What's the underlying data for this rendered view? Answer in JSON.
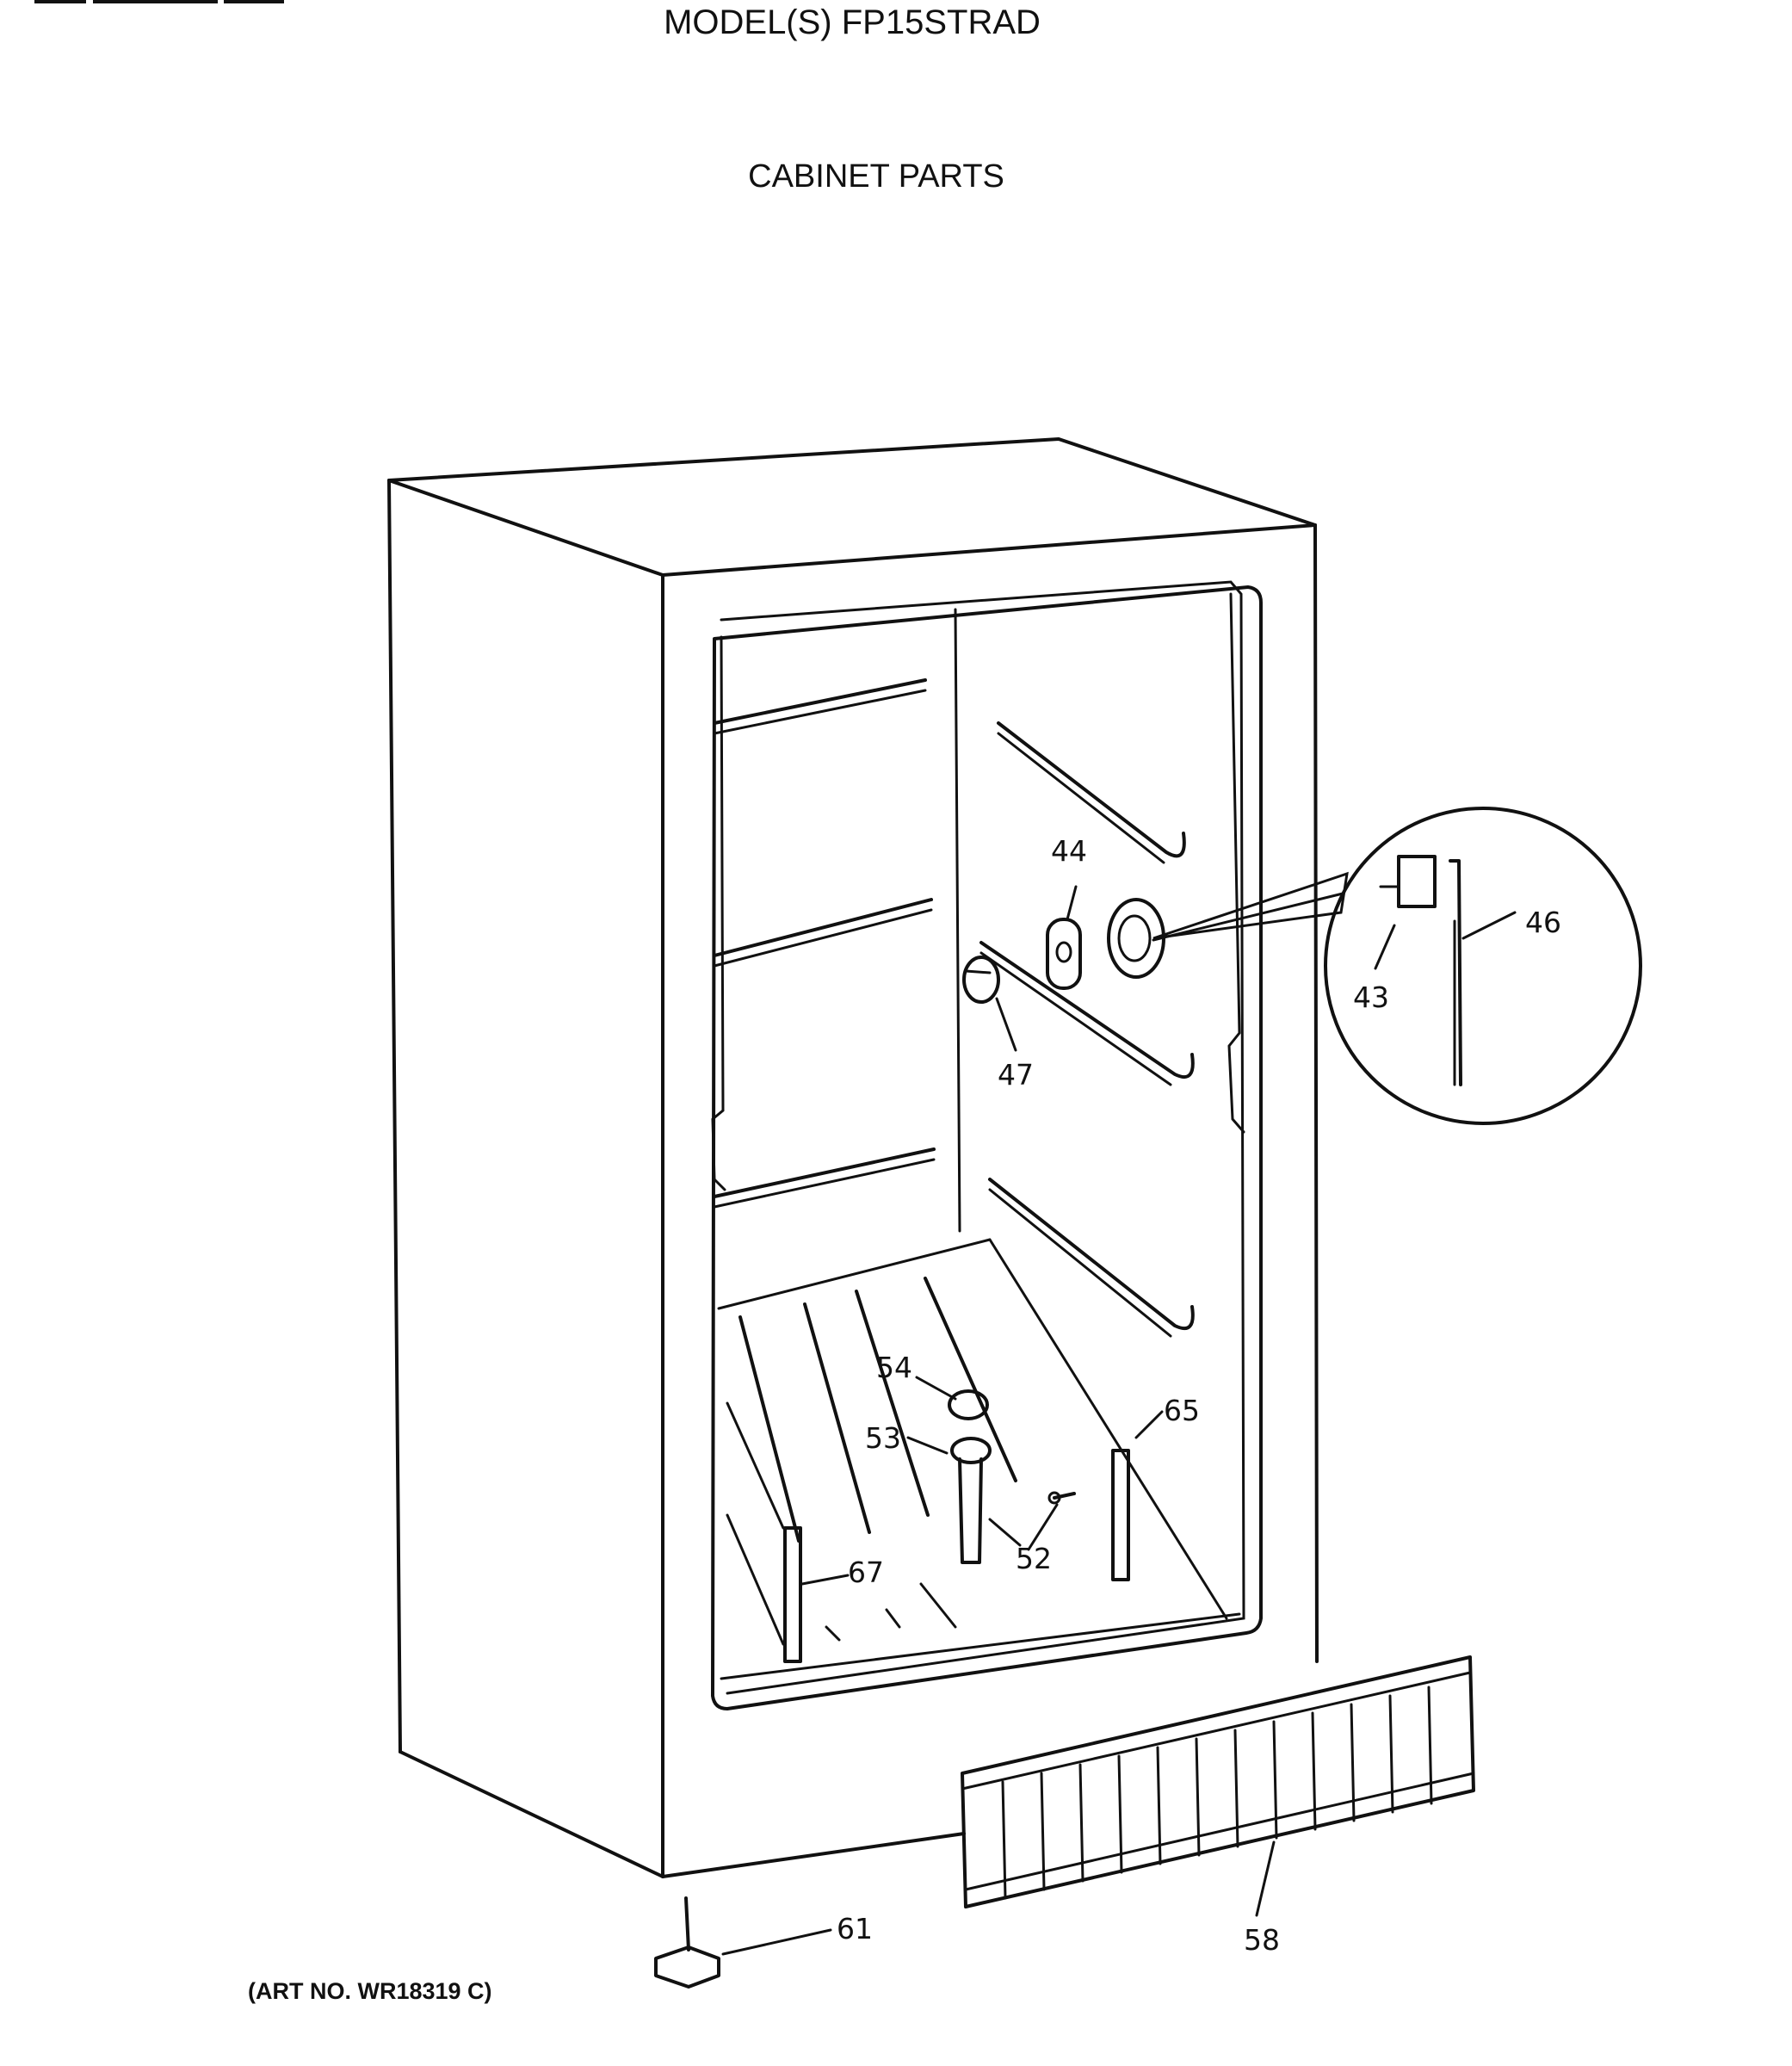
{
  "header": {
    "model_title": "MODEL(S) FP15STRAD",
    "section_title": "CABINET PARTS"
  },
  "footer": {
    "art_number": "(ART NO. WR18319 C)"
  },
  "callouts": {
    "c44": "44",
    "c46": "46",
    "c43": "43",
    "c47": "47",
    "c54": "54",
    "c53": "53",
    "c65": "65",
    "c52": "52",
    "c67": "67",
    "c61": "61",
    "c58": "58"
  }
}
